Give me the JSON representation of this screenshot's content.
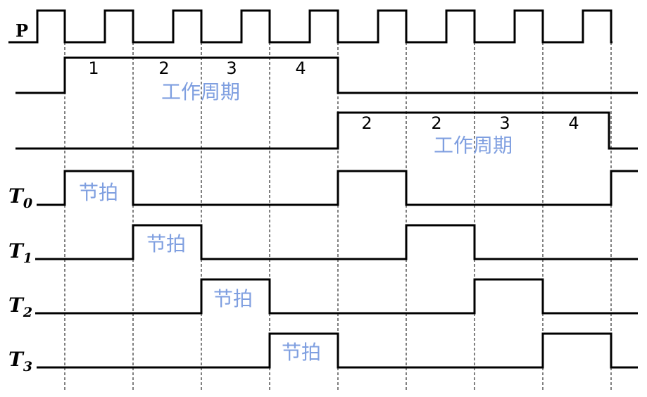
{
  "diagram": {
    "clock_label": "P",
    "cycle_caption": "工作周期",
    "beat_caption": "节拍",
    "cycles": [
      {
        "beats": [
          "1",
          "2",
          "3",
          "4"
        ]
      },
      {
        "beats": [
          "2",
          "2",
          "3",
          "4"
        ]
      }
    ],
    "signals": [
      {
        "base": "T",
        "sub": "0"
      },
      {
        "base": "T",
        "sub": "1"
      },
      {
        "base": "T",
        "sub": "2"
      },
      {
        "base": "T",
        "sub": "3"
      }
    ],
    "colors": {
      "line": "#000000",
      "caption": "#7f9fe0"
    }
  }
}
